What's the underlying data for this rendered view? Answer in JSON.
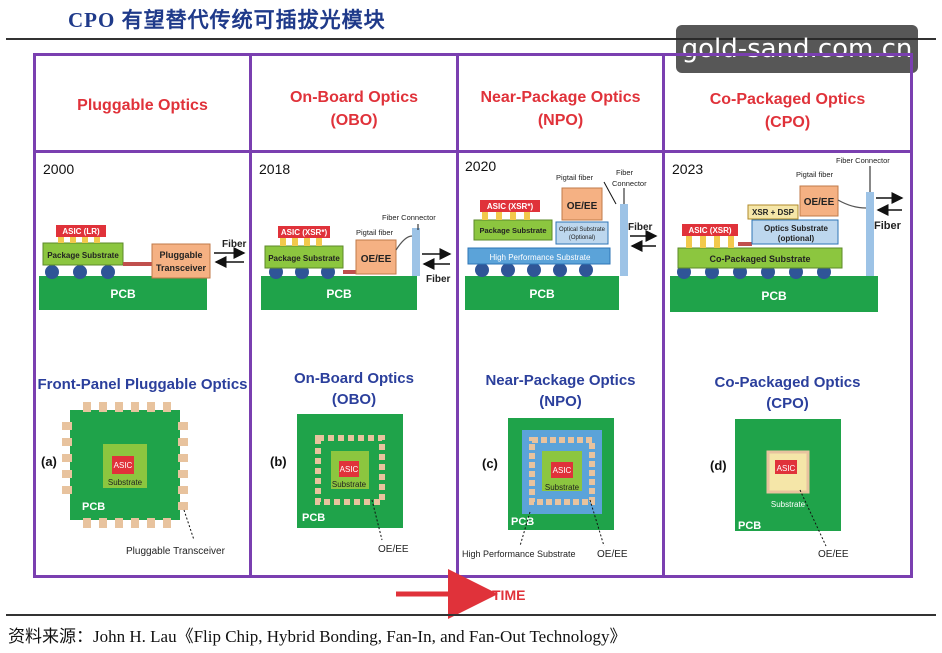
{
  "header": {
    "title": "CPO 有望替代传统可插拔光模块"
  },
  "watermark": "gold-sand.com.cn",
  "columns": [
    {
      "title_line1": "Pluggable Optics",
      "title_line2": "",
      "year": "2000",
      "diagram_title_line1": "Front-Panel Pluggable Optics",
      "diagram_title_line2": "",
      "panel_label": "(a)"
    },
    {
      "title_line1": "On-Board Optics",
      "title_line2": "(OBO)",
      "year": "2018",
      "diagram_title_line1": "On-Board Optics",
      "diagram_title_line2": "(OBO)",
      "panel_label": "(b)"
    },
    {
      "title_line1": "Near-Package Optics",
      "title_line2": "(NPO)",
      "year": "2020",
      "diagram_title_line1": "Near-Package Optics",
      "diagram_title_line2": "(NPO)",
      "panel_label": "(c)"
    },
    {
      "title_line1": "Co-Packaged Optics",
      "title_line2": "(CPO)",
      "year": "2023",
      "diagram_title_line1": "Co-Packaged Optics",
      "diagram_title_line2": "(CPO)",
      "panel_label": "(d)"
    }
  ],
  "labels": {
    "pcb": "PCB",
    "package_substrate": "Package Substrate",
    "asic_lr": "ASIC (LR)",
    "asic_xsr_star": "ASIC (XSR*)",
    "asic_xsr": "ASIC (XSR)",
    "pluggable_line1": "Pluggable",
    "pluggable_line2": "Transceiver",
    "fiber": "Fiber",
    "fiber_connector": "Fiber Connector",
    "fiber_connector_line1": "Fiber",
    "fiber_connector_line2": "Connector",
    "pigtail_fiber": "Pigtail fiber",
    "oe_ee": "OE/EE",
    "high_perf_substrate": "High Performance Substrate",
    "optical_substrate_line1": "Optical Substrate",
    "optical_substrate_line2": "(Optional)",
    "optics_substrate_line1": "Optics Substrate",
    "optics_substrate_line2": "(optional)",
    "xsr_dsp": "XSR + DSP",
    "co_packaged_substrate": "Co-Packaged Substrate",
    "asic": "ASIC",
    "substrate": "Substrate",
    "pluggable_transceiver": "Pluggable Transceiver",
    "time": "TIME"
  },
  "colors": {
    "frame": "#7a3fb0",
    "column_title": "#e0323a",
    "diagram_title": "#2b3f9c",
    "pcb_green": "#1fa34a",
    "substrate_green": "#8cc63f",
    "asic_red": "#e0323a",
    "pluggable_orange": "#f5b183",
    "hps_blue": "#5ba3d9",
    "ball_blue": "#2f5597",
    "pad_tan": "#e8c39e"
  },
  "footer": {
    "source": "资料来源：John H. Lau《Flip Chip, Hybrid Bonding, Fan-In, and Fan-Out Technology》"
  }
}
